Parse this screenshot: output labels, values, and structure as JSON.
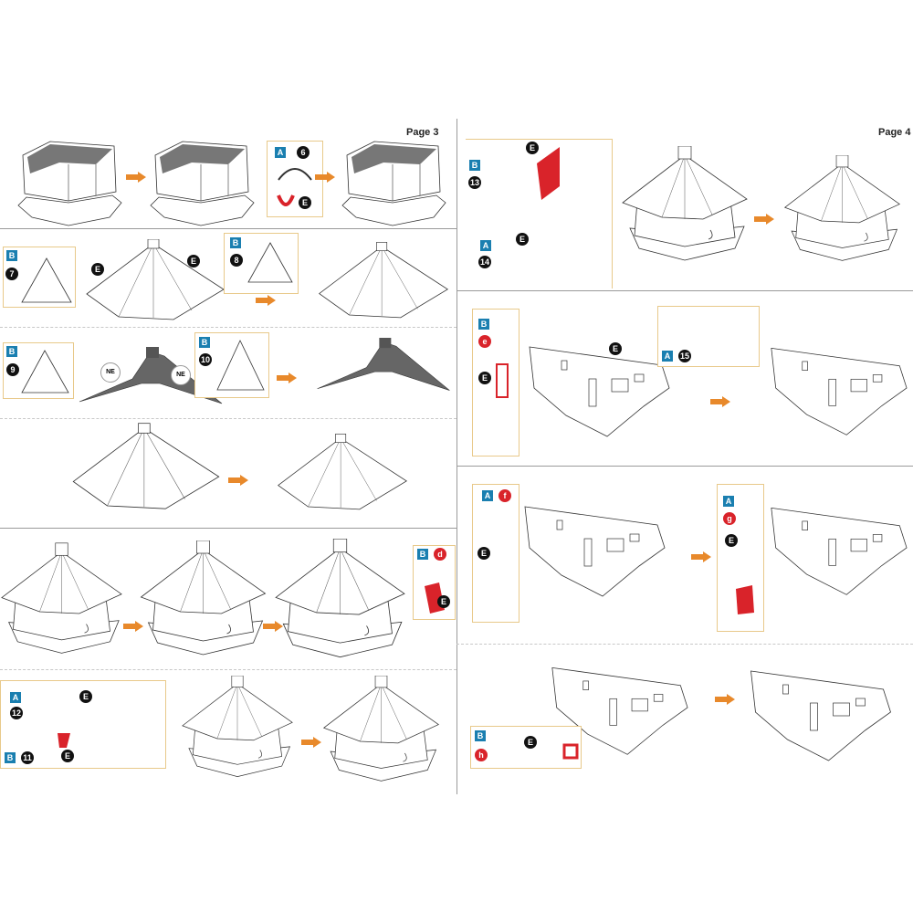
{
  "pages": {
    "left": "Page 3",
    "right": "Page 4"
  },
  "steps": {
    "s6": {
      "sheet": "A",
      "part": "6",
      "tool": "E"
    },
    "s7": {
      "sheet": "B",
      "part": "7",
      "tool1": "E",
      "tool2": "E"
    },
    "s8": {
      "sheet": "B",
      "part": "8"
    },
    "s9": {
      "sheet": "B",
      "part": "9",
      "ne1": "NE",
      "ne2": "NE"
    },
    "s10": {
      "sheet": "B",
      "part": "10"
    },
    "sd": {
      "sheet": "B",
      "part": "d",
      "tool": "E"
    },
    "s12": {
      "sheet": "A",
      "part": "12",
      "tool": "E"
    },
    "s11": {
      "sheet": "B",
      "part": "11",
      "tool": "E"
    },
    "s13": {
      "sheet": "B",
      "part": "13",
      "tool": "E"
    },
    "s14": {
      "sheet": "A",
      "part": "14",
      "tool": "E"
    },
    "se": {
      "sheet": "B",
      "part": "e",
      "tool": "E",
      "tool2": "E"
    },
    "s15": {
      "sheet": "A",
      "part": "15"
    },
    "sf": {
      "sheet": "A",
      "part": "f",
      "tool": "E"
    },
    "sg": {
      "sheet": "A",
      "part": "g",
      "tool": "E"
    },
    "sh": {
      "sheet": "B",
      "part": "h",
      "tool": "E"
    }
  },
  "colors": {
    "arrow": "#e8892b",
    "sheet": "#1a7fb0",
    "highlight": "#d9232a",
    "callout_border": "#e8c98a"
  }
}
